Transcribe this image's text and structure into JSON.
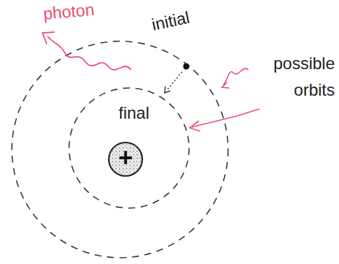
{
  "diagram": {
    "labels": [
      "photon",
      "initial",
      "final",
      "possible orbits",
      "+"
    ]
  }
}
